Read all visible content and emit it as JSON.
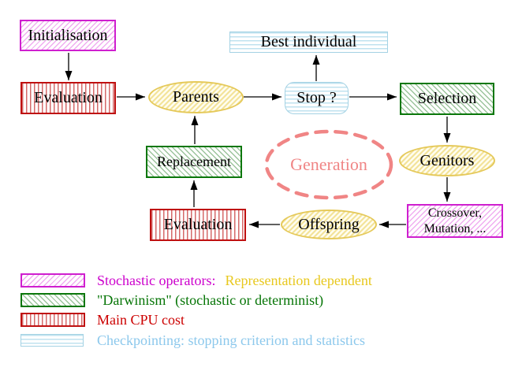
{
  "diagram": {
    "nodes": {
      "initialisation": {
        "label": "Initialisation"
      },
      "evaluation_top": {
        "label": "Evaluation"
      },
      "parents": {
        "label": "Parents"
      },
      "best_individual": {
        "label": "Best individual"
      },
      "stop": {
        "label": "Stop ?"
      },
      "selection": {
        "label": "Selection"
      },
      "replacement": {
        "label": "Replacement"
      },
      "generation": {
        "label": "Generation"
      },
      "genitors": {
        "label": "Genitors"
      },
      "evaluation_bottom": {
        "label": "Evaluation"
      },
      "offspring": {
        "label": "Offspring"
      },
      "crossover": {
        "line1": "Crossover,",
        "line2": "Mutation, ..."
      }
    },
    "colors": {
      "stochastic_magenta": "#cc00cc",
      "darwinism_green": "#067506",
      "cpu_red": "#bf1010",
      "checkpoint_cyan": "#a4d2e4",
      "operator_yellow": "#e5c95a",
      "generation_coral": "#f08585",
      "representation_gold": "#e8c81e",
      "arrow_black": "#000000"
    }
  },
  "legend": {
    "rows": [
      {
        "swatch": "magenta-diagonal-hatch",
        "parts": [
          {
            "text": "Stochastic operators:",
            "color": "#cc00cc"
          },
          {
            "text": "Representation dependent",
            "color": "#e8c81e"
          }
        ]
      },
      {
        "swatch": "green-diagonal-hatch",
        "parts": [
          {
            "text": "\"Darwinism\" (stochastic or determinist)",
            "color": "#067506"
          }
        ]
      },
      {
        "swatch": "red-vertical-stripes",
        "parts": [
          {
            "text": "Main CPU cost",
            "color": "#cc0000"
          }
        ]
      },
      {
        "swatch": "cyan-horizontal-stripes",
        "parts": [
          {
            "text": "Checkpointing: stopping criterion and statistics",
            "color": "#8cc8ec"
          }
        ]
      }
    ]
  }
}
